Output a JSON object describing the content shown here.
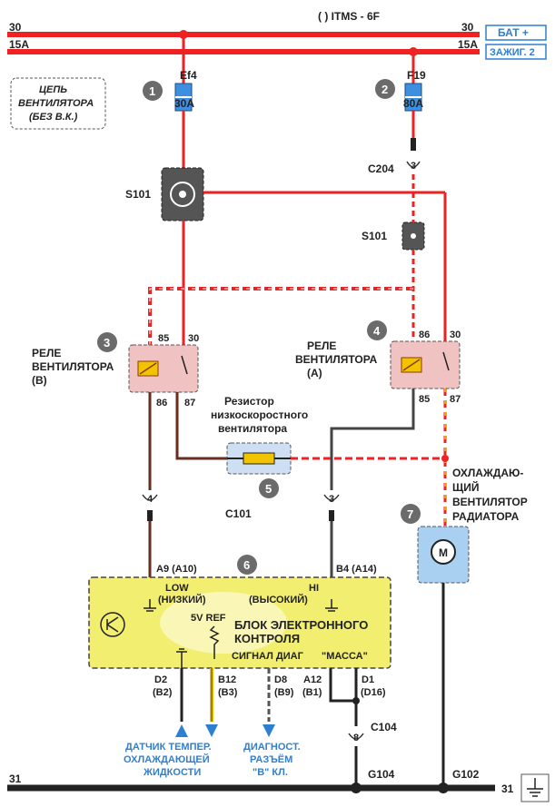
{
  "header": {
    "itms": "(  )  ITMS - 6F",
    "bus30_left": "30",
    "bus30_right": "30",
    "bus15a_left": "15A",
    "bus15a_right": "15A",
    "bat_label": "БАТ +",
    "ign_label": "ЗАЖИГ. 2"
  },
  "title": {
    "line1": "ЦЕПЬ",
    "line2": "ВЕНТИЛЯТОРА",
    "line3": "(БЕЗ В.К.)"
  },
  "markers": [
    "1",
    "2",
    "3",
    "4",
    "5",
    "6",
    "7"
  ],
  "fuses": {
    "ef4_name": "Ef4",
    "ef4_rating": "30A",
    "f19_name": "F19",
    "f19_rating": "80A"
  },
  "connectors": {
    "c204": "C204",
    "c204_pin": "3",
    "s101_left": "S101",
    "s101_right": "S101",
    "c101": "C101",
    "c101_pin_left": "4",
    "c101_pin_right": "3",
    "c104": "C104",
    "c104_pin": "8"
  },
  "relay_b": {
    "line1": "РЕЛЕ",
    "line2": "ВЕНТИЛЯТОРА",
    "line3": "(В)",
    "pin85": "85",
    "pin30": "30",
    "pin86": "86",
    "pin87": "87"
  },
  "relay_a": {
    "line1": "РЕЛЕ",
    "line2": "ВЕНТИЛЯТОРА",
    "line3": "(А)",
    "pin86": "86",
    "pin30": "30",
    "pin85": "85",
    "pin87": "87"
  },
  "resistor": {
    "line1": "Резистор",
    "line2": "низкоскоростного",
    "line3": "вентилятора"
  },
  "fan": {
    "line1": "ОХЛАЖДАЮ-",
    "line2": "ЩИЙ",
    "line3": "ВЕНТИЛЯТОР",
    "line4": "РАДИАТОРА",
    "symbol": "M"
  },
  "ecu": {
    "pin_a9": "A9 (A10)",
    "pin_b4": "B4 (A14)",
    "low_1": "LOW",
    "low_2": "(НИЗКИЙ)",
    "hi_1": "HI",
    "hi_2": "(ВЫСОКИЙ)",
    "ref": "5V REF",
    "title_1": "БЛОК ЭЛЕКТРОННОГО",
    "title_2": "КОНТРОЛЯ",
    "signal": "СИГНАЛ ДИАГ",
    "ground": "\"МАССА\"",
    "pin_d2": "D2",
    "pin_d2b": "(B2)",
    "pin_b12": "B12",
    "pin_b12b": "(B3)",
    "pin_d8": "D8",
    "pin_d8b": "(B9)",
    "pin_a12": "A12",
    "pin_a12b": "(B1)",
    "pin_d1": "D1",
    "pin_d1b": "(D16)"
  },
  "outputs": {
    "sensor_1": "ДАТЧИК ТЕМПЕР.",
    "sensor_2": "ОХЛАЖДАЮЩЕЙ",
    "sensor_3": "ЖИДКОСТИ",
    "diag_1": "ДИАГНОСТ.",
    "diag_2": "РАЗЪЁМ",
    "diag_3": "\"В\" КЛ."
  },
  "ground_bus": {
    "left": "31",
    "right": "31",
    "g104": "G104",
    "g102": "G102"
  },
  "colors": {
    "red": "#ee2222",
    "yellow_wire": "#f2c400",
    "brown": "#6b2b1e",
    "relay_fill": "#f1c2c2",
    "ecu_fill": "#f2ee70",
    "accent_blue": "#2f7fd0"
  }
}
